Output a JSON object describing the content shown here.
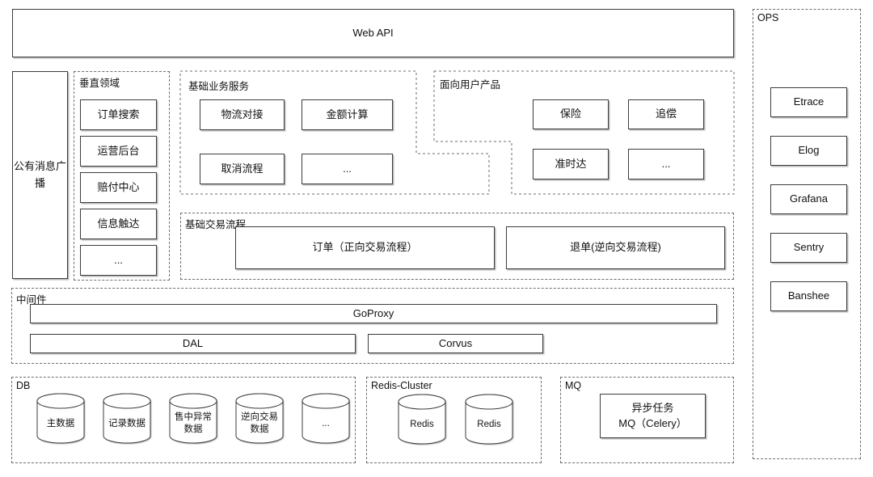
{
  "web_api": {
    "label": "Web API"
  },
  "broadcast": {
    "label": "公有消息广播"
  },
  "vertical": {
    "label": "垂直领域",
    "items": [
      "订单搜索",
      "运营后台",
      "赔付中心",
      "信息触达",
      "..."
    ]
  },
  "base_services": {
    "label": "基础业务服务",
    "items": [
      "物流对接",
      "金额计算",
      "取消流程",
      "..."
    ]
  },
  "user_products": {
    "label": "面向用户产品",
    "items": [
      "保险",
      "追偿",
      "准时达",
      "..."
    ]
  },
  "base_trade": {
    "label": "基础交易流程",
    "items": [
      "订单（正向交易流程）",
      "退单(逆向交易流程)"
    ]
  },
  "middleware": {
    "label": "中间件",
    "goproxy": "GoProxy",
    "dal": "DAL",
    "corvus": "Corvus"
  },
  "db": {
    "label": "DB",
    "items": [
      "主数据",
      "记录数据",
      "售中异常数据",
      "逆向交易数据",
      "..."
    ]
  },
  "redis": {
    "label": "Redis-Cluster",
    "items": [
      "Redis",
      "Redis"
    ]
  },
  "mq": {
    "label": "MQ",
    "box_lines": [
      "异步任务",
      "MQ（Celery）"
    ]
  },
  "ops": {
    "label": "OPS",
    "items": [
      "Etrace",
      "Elog",
      "Grafana",
      "Sentry",
      "Banshee"
    ]
  },
  "colors": {
    "border_solid": "#3c3c3c",
    "border_dashed": "#6e6e6e",
    "background": "#ffffff",
    "text": "#111111"
  }
}
